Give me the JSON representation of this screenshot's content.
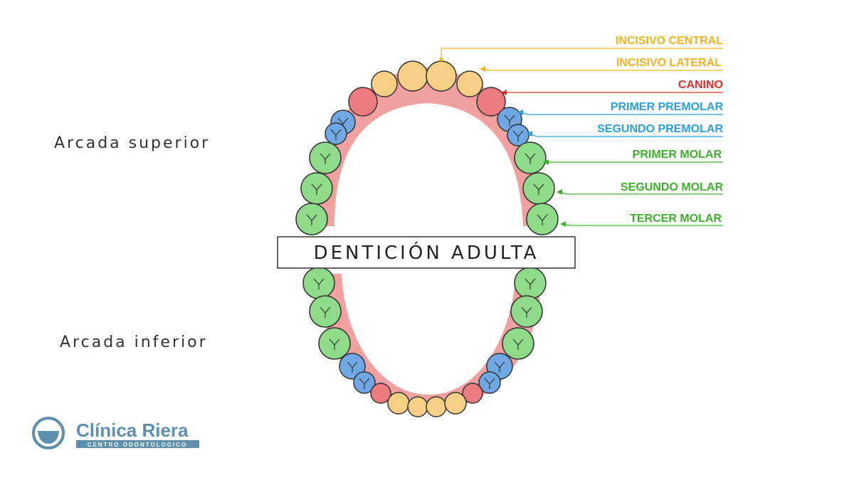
{
  "title": "DENTICIÓN ADULTA",
  "arches": {
    "upper": "Arcada superior",
    "lower": "Arcada inferior"
  },
  "labels": [
    {
      "text": "INCISIVO CENTRAL",
      "color": "#f0b323"
    },
    {
      "text": "INCISIVO LATERAL",
      "color": "#f0b323"
    },
    {
      "text": "CANINO",
      "color": "#e0312f"
    },
    {
      "text": "PRIMER PREMOLAR",
      "color": "#2a9fe0"
    },
    {
      "text": "SEGUNDO PREMOLAR",
      "color": "#2a9fe0"
    },
    {
      "text": "PRIMER MOLAR",
      "color": "#3cb02b"
    },
    {
      "text": "SEGUNDO MOLAR",
      "color": "#3cb02b"
    },
    {
      "text": "TERCER MOLAR",
      "color": "#3cb02b"
    }
  ],
  "tooth_colors": {
    "incisor": "#f7cf85",
    "canine": "#ee7b80",
    "premolar": "#6fa8e4",
    "molar": "#8fdb8a",
    "gum": "#f2a1a1"
  },
  "logo": {
    "name": "Clínica Riera",
    "subtitle": "CENTRO ODONTOLOGICO",
    "color": "#5f8fae"
  }
}
